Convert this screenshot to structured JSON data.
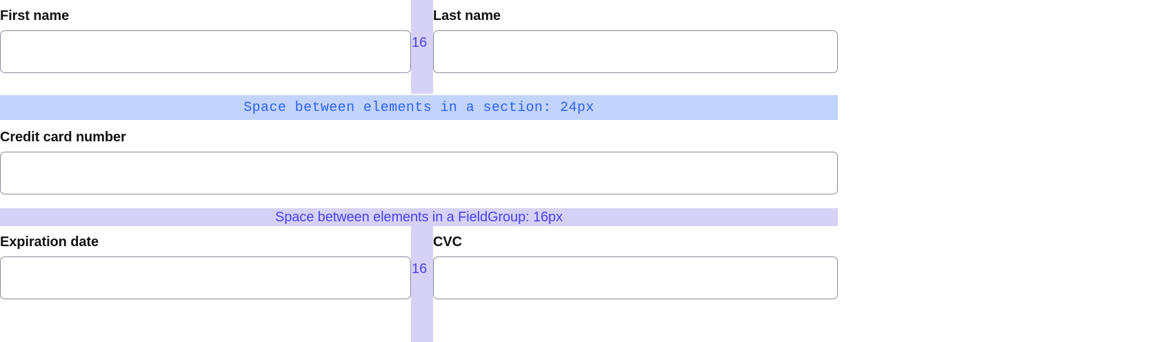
{
  "colors": {
    "section_gap_bg": "#c3d4fb",
    "section_gap_text": "#2b62f6",
    "fieldgroup_gap_bg": "#d6d2f7",
    "fieldgroup_gap_text": "#4b3ff2",
    "input_border": "#868b99",
    "label_text": "#111215",
    "page_bg": "#ffffff"
  },
  "form": {
    "rows": [
      {
        "left": {
          "label": "First name",
          "value": "",
          "placeholder": ""
        },
        "gap": {
          "value": "16"
        },
        "right": {
          "label": "Last name",
          "value": "",
          "placeholder": ""
        }
      },
      {
        "left": {
          "label": "Expiration date",
          "value": "",
          "placeholder": ""
        },
        "gap": {
          "value": "16"
        },
        "right": {
          "label": "CVC",
          "value": "",
          "placeholder": ""
        }
      }
    ],
    "card_number": {
      "label": "Credit card number",
      "value": "",
      "placeholder": ""
    }
  },
  "annotations": {
    "section": "Space between elements in a section: 24px",
    "fieldgroup": "Space between elements in a FieldGroup: 16px"
  }
}
